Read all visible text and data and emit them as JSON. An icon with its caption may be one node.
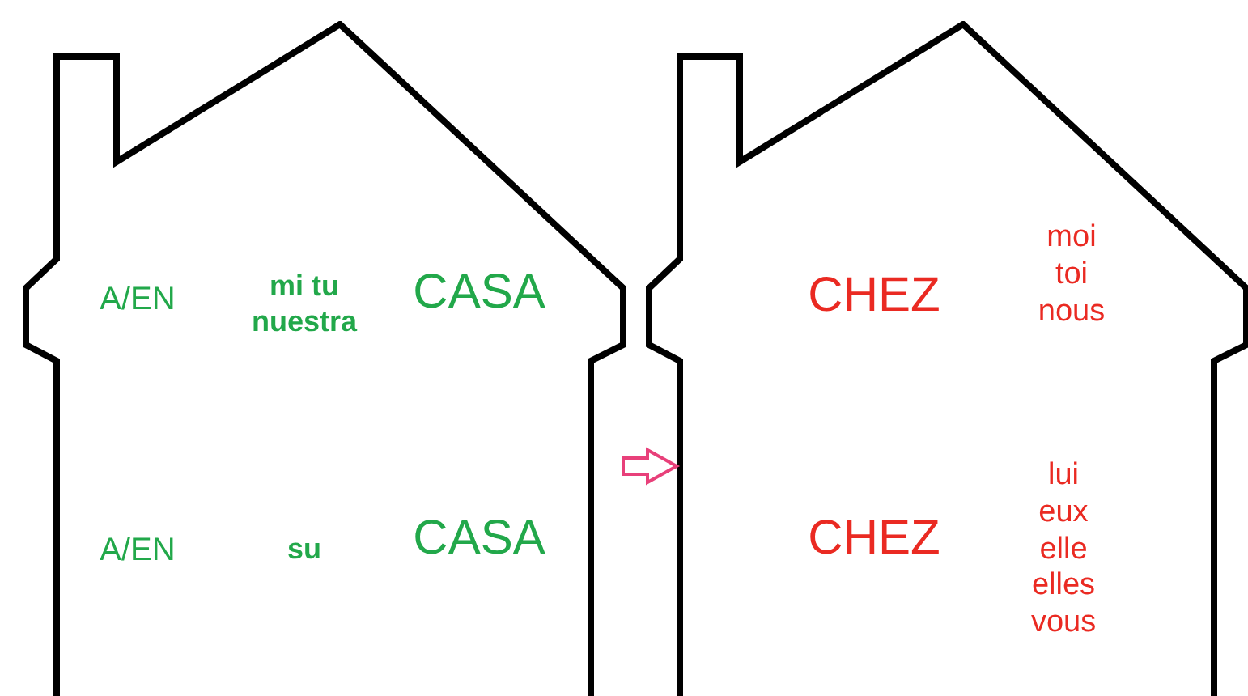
{
  "diagram": {
    "nodes": [
      {
        "text": [
          "A/EN",
          "mi tu nuestra",
          "CASA",
          "A/EN",
          "su",
          "CASA"
        ]
      },
      {
        "text": [
          "CHEZ",
          "moi toi nous",
          "CHEZ",
          "lui eux elle elles vous"
        ]
      }
    ],
    "edges": [
      {
        "from": 0,
        "to": 1,
        "arrow": "to"
      }
    ]
  }
}
